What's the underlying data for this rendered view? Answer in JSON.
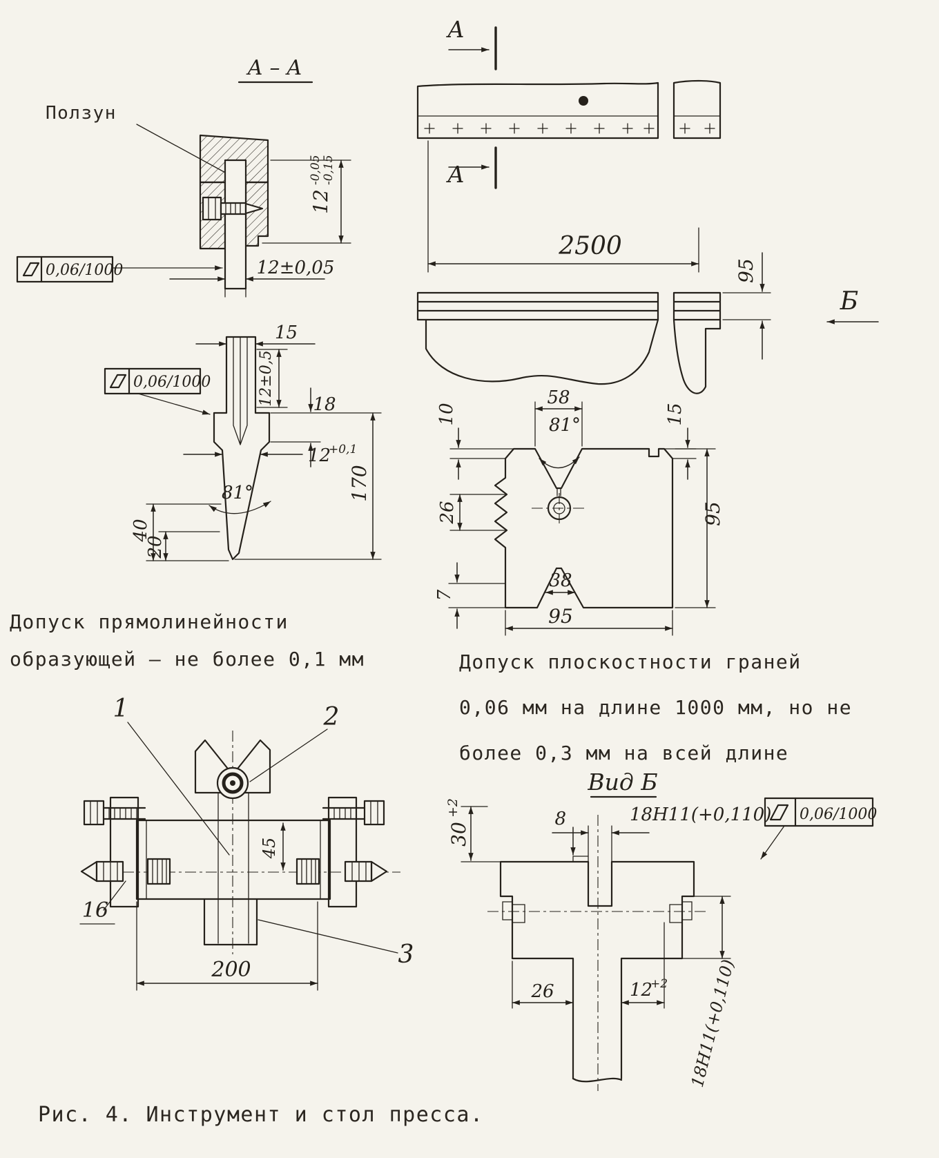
{
  "page": {
    "caption": "Рис. 4. Инструмент и стол пресса."
  },
  "tolerance_frames": {
    "frame1": {
      "icon": "flatness-parallelogram",
      "value": "0,06/1000"
    },
    "frame2": {
      "icon": "flatness-parallelogram",
      "value": "0,06/1000"
    },
    "frame3": {
      "icon": "flatness-parallelogram",
      "value": "0,06/1000"
    }
  },
  "section_aa": {
    "title": "А – А",
    "part_label": "Ползун",
    "dims": {
      "slot_width": {
        "nominal": "12",
        "tol_upper": "-0,05",
        "tol_lower": "-0,15"
      },
      "tang_width": "12±0,05"
    }
  },
  "beam": {
    "section_mark_top": "А",
    "section_mark_bottom": "А",
    "view_mark": "Б",
    "dims": {
      "length": "2500",
      "height": "95"
    }
  },
  "punch": {
    "dims": {
      "top_width": "15",
      "slot_depth": "12±0,5",
      "shoulder": "18",
      "work_width": {
        "nominal": "12",
        "tol": "+0,1"
      },
      "tip_angle": "81°",
      "height": "170",
      "tip_20": "20",
      "tip_40": "40"
    }
  },
  "die": {
    "dims": {
      "groove_width": "58",
      "groove_angle": "81°",
      "top_step": "10",
      "right_step": "15",
      "side_26": "26",
      "height": "95",
      "bottom_step": "7",
      "bottom_groove": "38",
      "width": "95"
    }
  },
  "notes": {
    "straightness": [
      "Допуск прямолинейности",
      "образующей – не более 0,1 мм"
    ],
    "flatness": [
      "Допуск плоскостности граней",
      "0,06 мм на длине 1000 мм, но не",
      "более 0,3 мм на всей длине"
    ]
  },
  "assembly": {
    "callouts": {
      "c1": "1",
      "c2": "2",
      "c3": "3",
      "c16": "16"
    },
    "dims": {
      "width": "200",
      "depth": "45"
    }
  },
  "view_b": {
    "title": "Вид Б",
    "dims": {
      "slot_depth": {
        "nominal": "30",
        "tol": "+2"
      },
      "step": "8",
      "slot_width_top": "18Н11(+0,110)",
      "left_offset": "26",
      "groove": {
        "nominal": "12",
        "tol": "+2"
      },
      "slot_width_side": "18Н11(+0,110)"
    }
  }
}
